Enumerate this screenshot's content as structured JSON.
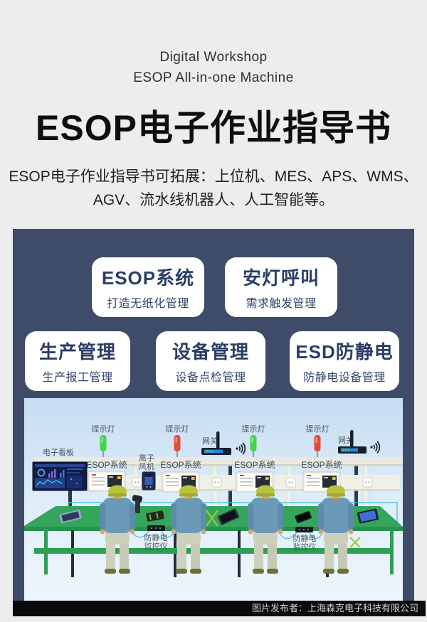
{
  "header": {
    "line1": "Digital Workshop",
    "line2": "ESOP All-in-one Machine"
  },
  "title": "ESOP电子作业指导书",
  "description": {
    "line1": "ESOP电子作业指导书可拓展：上位机、MES、APS、WMS、",
    "line2": "AGV、流水线机器人、人工智能等。"
  },
  "cards": [
    {
      "title": "ESOP系统",
      "subtitle": "打造无纸化管理"
    },
    {
      "title": "安灯呼叫",
      "subtitle": "需求触发管理"
    },
    {
      "title": "生产管理",
      "subtitle": "生产报工管理"
    },
    {
      "title": "设备管理",
      "subtitle": "设备点检管理"
    },
    {
      "title": "ESD防静电",
      "subtitle": "防静电设备管理"
    }
  ],
  "illustration": {
    "lights": [
      {
        "label": "提示灯",
        "color": "#46d44e"
      },
      {
        "label": "提示灯",
        "color": "#e6493a"
      },
      {
        "label": "提示灯",
        "color": "#46d44e"
      },
      {
        "label": "提示灯",
        "color": "#e6493a"
      }
    ],
    "gateways": [
      {
        "label": "网关"
      },
      {
        "label": "网关"
      }
    ],
    "board_label": "电子看板",
    "screens": [
      {
        "label": "ESOP系统"
      },
      {
        "label": "ESOP系统"
      },
      {
        "label": "ESOP系统"
      },
      {
        "label": "ESOP系统"
      }
    ],
    "ion_fan": {
      "line1": "离子",
      "line2": "风机"
    },
    "esd_monitors": [
      {
        "line1": "防静电",
        "line2": "监控仪"
      },
      {
        "line1": "防静电",
        "line2": "监控仪"
      }
    ]
  },
  "footer": {
    "publisher": "图片发布者：上海森克电子科技有限公司"
  },
  "colors": {
    "panel": "#3e4c69",
    "bench": "#34a65c",
    "light_green": "#46d44e",
    "light_red": "#e6493a"
  }
}
